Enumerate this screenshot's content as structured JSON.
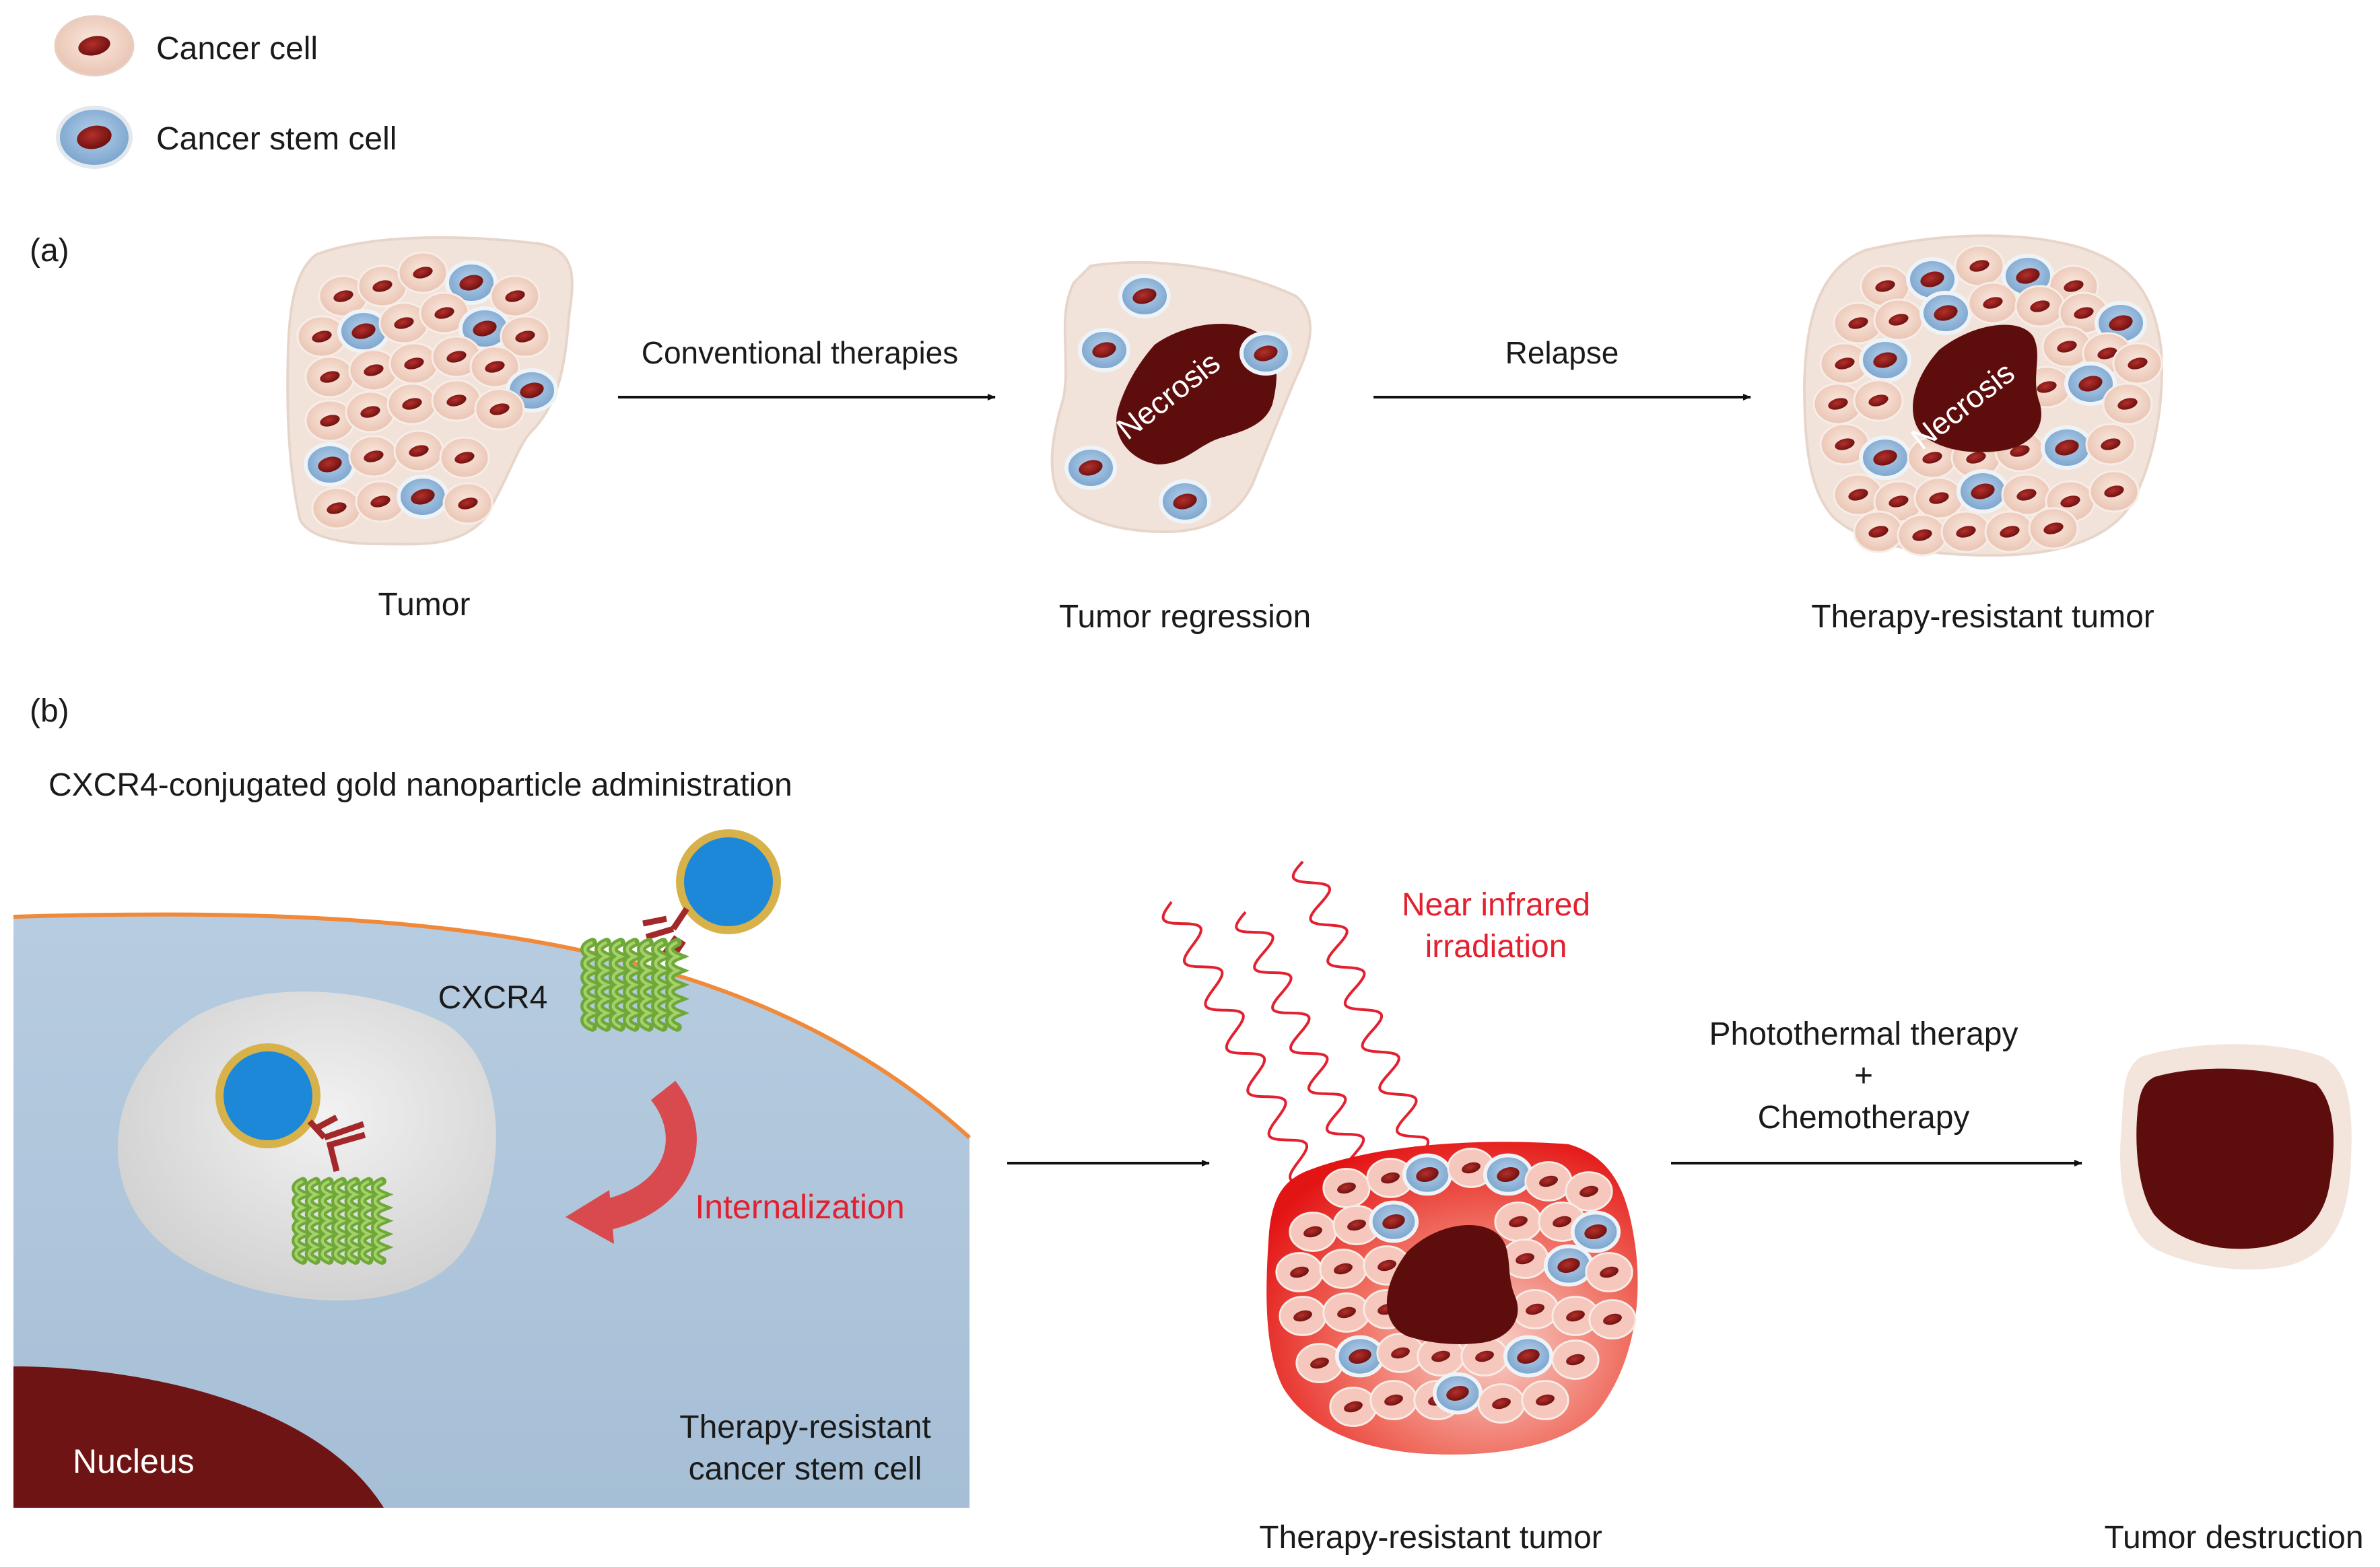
{
  "legend": {
    "cancer_cell": "Cancer cell",
    "cancer_stem_cell": "Cancer stem cell"
  },
  "panel_a": {
    "label": "(a)",
    "step1": "Tumor",
    "arrow1": "Conventional therapies",
    "step2": "Tumor regression",
    "arrow2": "Relapse",
    "step3": "Therapy-resistant tumor",
    "necrosis": "Necrosis"
  },
  "panel_b": {
    "label": "(b)",
    "title": "CXCR4-conjugated gold nanoparticle administration",
    "receptor": "CXCR4",
    "internalization": "Internalization",
    "nucleus": "Nucleus",
    "cell_line1": "Therapy-resistant",
    "cell_line2": "cancer stem cell",
    "nir_line1": "Near infrared",
    "nir_line2": "irradiation",
    "therapy_line1": "Photothermal therapy",
    "therapy_plus": "+",
    "therapy_line2": "Chemotherapy",
    "tumor_label": "Therapy-resistant tumor",
    "destruction_label": "Tumor destruction"
  },
  "colors": {
    "cancer_cell_fill": "#f3d8cb",
    "cancer_cell_nucleus": "#8b1a1a",
    "stem_cell_fill": "#8fb4d8",
    "tumor_bg": "#f2e3da",
    "necrosis": "#5e0d0d",
    "cell_cytoplasm": "#a9c1d8",
    "membrane": "#f08a3a",
    "gold_ring": "#d7b24a",
    "particle_core": "#1e88d8",
    "receptor_green": "#6ea838",
    "antibody_red": "#a3282a",
    "heat_red": "#e41b1b",
    "nir_wave": "#e3202f"
  }
}
